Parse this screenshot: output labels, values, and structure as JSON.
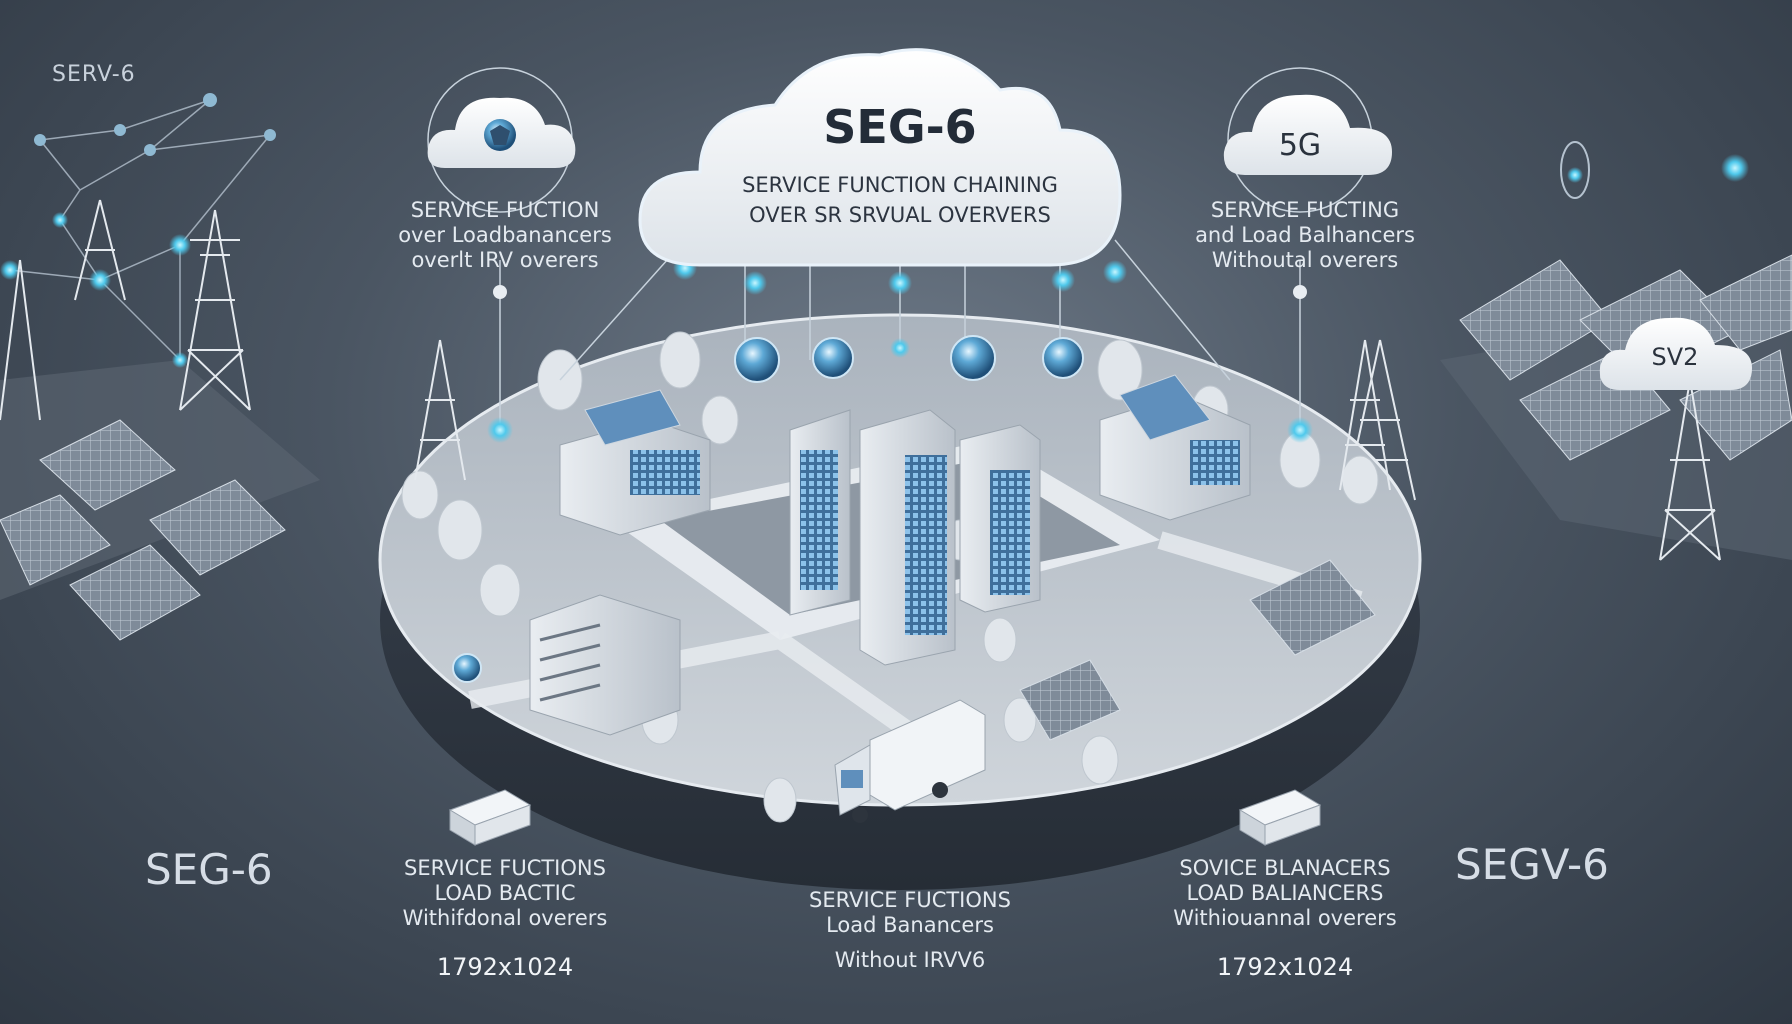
{
  "corner_label": "SERV-6",
  "main_cloud": {
    "title": "SEG-6",
    "line1": "SERVICE FUNCTION CHAINING",
    "line2": "OVER SR SRVUAL OVERVERS"
  },
  "right_cloud_label": "5G",
  "far_right_cloud_label": "SV2",
  "left_feature": {
    "line1": "SERVICE FUCTION",
    "line2": "over Loadbanancers",
    "line3": "overlt IRV overers"
  },
  "right_feature": {
    "line1": "SERVICE FUCTING",
    "line2": "and Load Balhancers",
    "line3": "Withoutal overers"
  },
  "bottom_left_big": "SEG-6",
  "bottom_right_big": "SEGV-6",
  "bottom_left_feature": {
    "line1": "SERVICE FUCTIONS",
    "line2": "LOAD BACTIC",
    "line3": "Withifdonal overers",
    "size": "1792x1024"
  },
  "bottom_center_feature": {
    "line1": "SERVICE FUCTIONS",
    "line2": "Load Banancers",
    "line3": "Without IRVV6"
  },
  "bottom_right_feature": {
    "line1": "SOVICE BLANACERS",
    "line2": "LOAD BALIANCERS",
    "line3": "Withiouannal overers",
    "size": "1792x1024"
  },
  "colors": {
    "node_glow": "#5fd3f0",
    "building_window": "#6fa9d8",
    "platform_top": "#bcc4cd"
  }
}
